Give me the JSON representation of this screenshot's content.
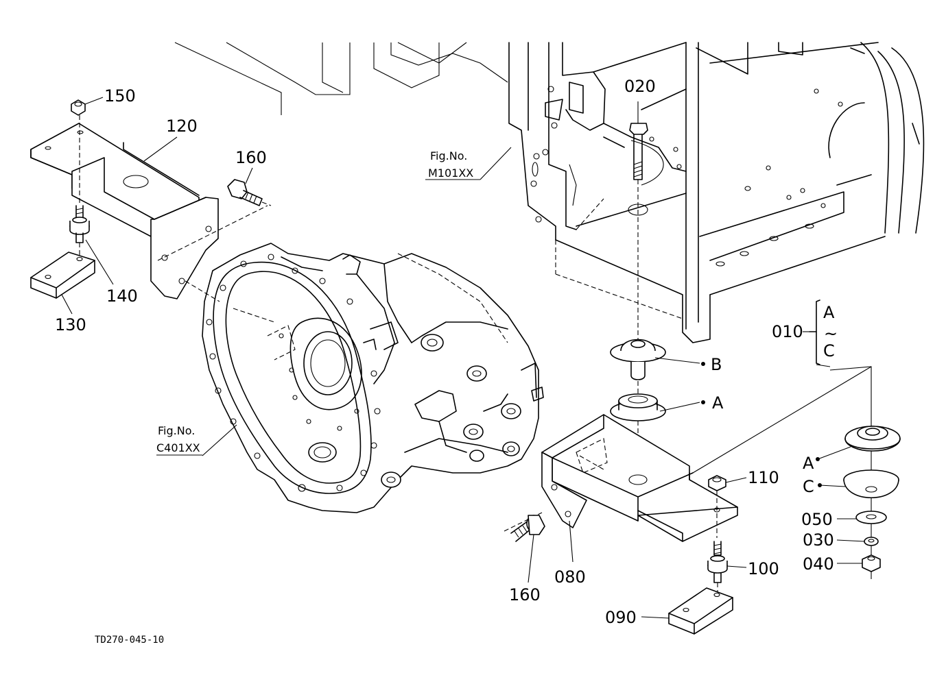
{
  "parts": {
    "p150": "150",
    "p120": "120",
    "p160a": "160",
    "p140": "140",
    "p130": "130",
    "p020": "020",
    "p010": "010",
    "p110": "110",
    "p050": "050",
    "p030": "030",
    "p040": "040",
    "p100": "100",
    "p080": "080",
    "p160b": "160",
    "p090": "090"
  },
  "refs": {
    "fig_m_label": "Fig.No.",
    "fig_m_number": "M101XX",
    "fig_c_label": "Fig.No.",
    "fig_c_number": "C401XX"
  },
  "callouts": {
    "b_top": "B",
    "a_top": "A",
    "a_side": "A",
    "c_side": "C",
    "range_a": "A",
    "range_tilde": "~",
    "range_c": "C"
  },
  "drawing_code": "TD270-045-10"
}
